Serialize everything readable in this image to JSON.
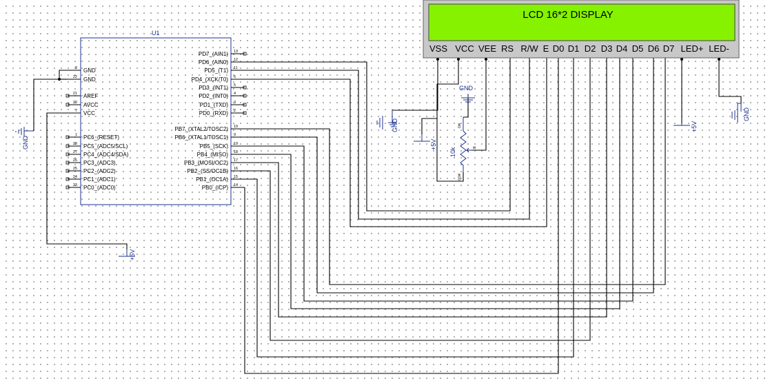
{
  "mcu": {
    "ref": "U1",
    "left_pins": [
      {
        "num": "8",
        "label": "GND"
      },
      {
        "num": "22",
        "label": "GND"
      },
      {
        "num": "21",
        "label": "AREF"
      },
      {
        "num": "20",
        "label": "AVCC"
      },
      {
        "num": "7",
        "label": "VCC"
      },
      {
        "num": "1",
        "label": "PC6_(RESET)"
      },
      {
        "num": "28",
        "label": "PC5_(ADC5/SCL)"
      },
      {
        "num": "27",
        "label": "PC4_(ADC4/SDA)"
      },
      {
        "num": "26",
        "label": "PC3_(ADC3)"
      },
      {
        "num": "25",
        "label": "PC2_(ADC2)"
      },
      {
        "num": "24",
        "label": "PC1_(ADC1)"
      },
      {
        "num": "23",
        "label": "PC0_(ADC0)"
      }
    ],
    "right_pins": [
      {
        "num": "13",
        "label": "PD7_(AIN1)"
      },
      {
        "num": "12",
        "label": "PD6_(AIN0)"
      },
      {
        "num": "11",
        "label": "PD5_(T1)"
      },
      {
        "num": "6",
        "label": "PD4_(XCK/T0)"
      },
      {
        "num": "5",
        "label": "PD3_(INT1)"
      },
      {
        "num": "4",
        "label": "PD2_(INT0)"
      },
      {
        "num": "3",
        "label": "PD1_(TXD)"
      },
      {
        "num": "2",
        "label": "PD0_(RXD)"
      },
      {
        "num": "10",
        "label": "PB7_(XTAL2/TOSC2)"
      },
      {
        "num": "9",
        "label": "PB6_(XTAL1/TOSC1)"
      },
      {
        "num": "19",
        "label": "PB5_(SCK)"
      },
      {
        "num": "18",
        "label": "PB4_(MISO)"
      },
      {
        "num": "17",
        "label": "PB3_(MOSI/OC2)"
      },
      {
        "num": "16",
        "label": "PB2_(SS/OC1B)"
      },
      {
        "num": "15",
        "label": "PB1_(OC1A)"
      },
      {
        "num": "14",
        "label": "PB0_(ICP)"
      }
    ]
  },
  "lcd": {
    "title": "LCD 16*2 DISPLAY",
    "screen_color": "#86f200",
    "pins": [
      "VSS",
      "VCC",
      "VEE",
      "RS",
      "R/W",
      "E",
      "D0",
      "D1",
      "D2",
      "D3",
      "D4",
      "D5",
      "D6",
      "D7",
      "LED+",
      "LED-"
    ]
  },
  "pot": {
    "value": "10k",
    "ccw": "ccw",
    "cw": "cw",
    "wiper": "w"
  },
  "nets": {
    "gnd": "GND",
    "vcc": "+5V"
  },
  "colors": {
    "wire": "#000000",
    "symbol": "#1c2f8f",
    "lcd_frame": "#c8c8c8"
  }
}
